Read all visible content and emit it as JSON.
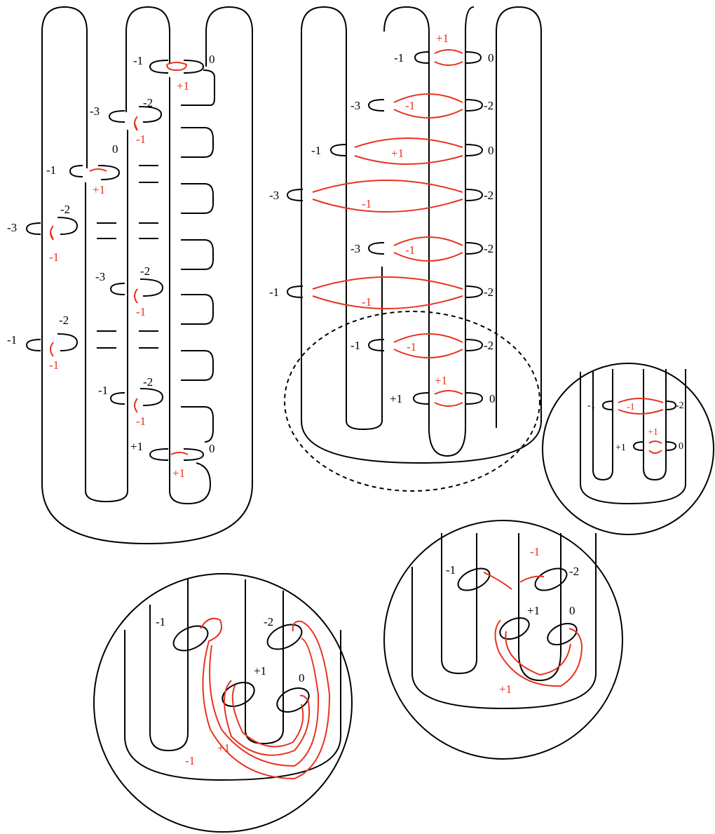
{
  "colors": {
    "ink": "#000000",
    "accent": "#e8321e"
  },
  "panel_a": {
    "labels_black": [
      "-1",
      "0",
      "-3",
      "-2",
      "0",
      "-1",
      "-3",
      "-2",
      "-3",
      "-2",
      "-1",
      "-2",
      "-1",
      "-2",
      "+1",
      "0"
    ],
    "labels_red": [
      "+1",
      "-1",
      "+1",
      "-1",
      "-1",
      "-1",
      "-1",
      "+1"
    ]
  },
  "panel_b": {
    "labels_black": [
      "-1",
      "0",
      "-3",
      "-2",
      "-1",
      "0",
      "-3",
      "-2",
      "-3",
      "-2",
      "-1",
      "-2",
      "-1",
      "-2",
      "+1",
      "0"
    ],
    "labels_red": [
      "+1",
      "-1",
      "+1",
      "-1",
      "-1",
      "-1",
      "-1",
      "+1"
    ]
  },
  "panel_c": {
    "labels_black": [
      "-1",
      "-2",
      "+1",
      "0"
    ],
    "labels_red": [
      "-1",
      "+1"
    ]
  },
  "panel_d": {
    "labels_black": [
      "-1",
      "-2",
      "+1",
      "0"
    ],
    "labels_red": [
      "-1",
      "+1"
    ]
  },
  "panel_e": {
    "labels_black": [
      "-1",
      "-2",
      "+1",
      "0"
    ],
    "labels_red": [
      "-1",
      "+1"
    ]
  }
}
